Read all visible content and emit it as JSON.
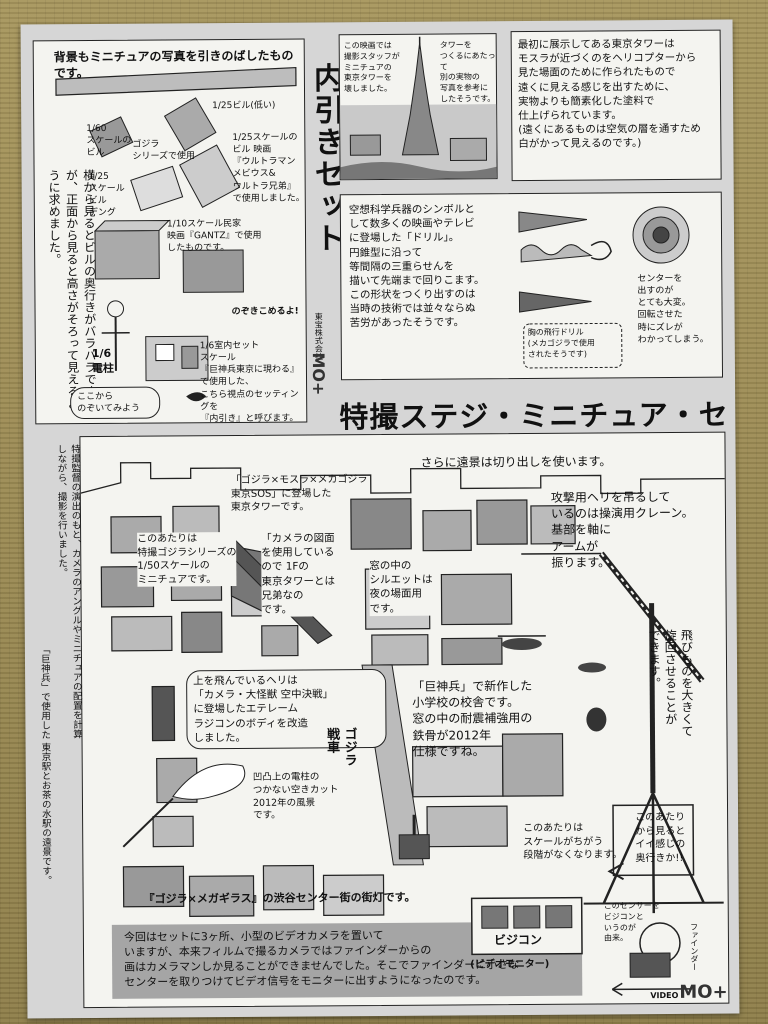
{
  "titles": {
    "uchibiki": "内引きセット",
    "stage": "特撮ステジ・ミニチュア・セット"
  },
  "top_left": {
    "header": "背景もミニチュアの写真を引きのばしたものです。",
    "notes": {
      "bldg_125": "1/25ビル(低い)",
      "scale_160": "1/60\nスケールの\nビル",
      "godzilla": "ゴジラ\nシリーズで使用",
      "scale_125_movie": "1/25スケールの\nビル 映画\n『ウルトラマン\nメビウス&\nウルトラ兄弟』\nで使用しました。",
      "scale_125_bldg": "1/25\nスケール\nビル\nデング",
      "private_house": "1/10スケール民家\n映画『GANTZ』で使用\nしたものです。",
      "peek": "のぞきこめるよ!",
      "room_set": "1/6室内セット\nスケール\n『巨神兵東京に現わる』\nで使用した、\nこちら視点のセッティングを\n『内引き』と呼びます。",
      "pole": "1/6\n電柱",
      "look_here": "ここから\nのぞいてみよう"
    },
    "vertical_note": "横から見るとビルの奥行きがバラバラですが、正面から見ると高さがそろって見えるように求めました。",
    "side_credit": "東宝株式会社"
  },
  "top_right": {
    "tower_note": "この映画では\n撮影スタッフが\nミニチュアの\n東京タワーを\n壊しました。",
    "tower_note_2": "タワーを\nつくるにあたって\n別の実物の\n写真を参考に\nしたそうです。",
    "tokyo_tower_note": "最初に展示してある東京タワーは\nモスラが近づくのをヘリコプターから\n見た場面のために作られたもので\n遠くに見える感じを出すために、\n実物よりも簡素化した塗料で\n仕上げられています。\n(遠くにあるものは空気の層を通すため\n白がかって見えるのです。)",
    "drill_note": "空想科学兵器のシンボルと\nして数多くの映画やテレビ\nに登場した「ドリル」。\n円錐型に沿って\n等間隔の三重らせんを\n描いて先端まで回りこます。\nこの形状をつくり出すのは\n当時の技術では並々ならぬ\n苦労があったそうです。",
    "drill_small": "胸の飛行ドリル\n(メカゴジラで使用\nされたそうです)",
    "center_note": "センターを\n出すのが\nとても大変。\n回転させた\n時にズレが\nわかってしまう。"
  },
  "stage": {
    "right_vertical": "特撮監督の演出のもと、カメラのアングルやミニチュアの配置を計算しながら、撮影を行いました。",
    "intro_note": "さらに遠景は切り出しを使います。",
    "godzilla_tower": "「ゴジラ×モスラ×メカゴジラ\n東京SOS」に登場した\n東京タワーです。",
    "godzilla_1_50": "このあたりは\n特撮ゴジラシリーズの\n1/50スケールの\nミニチュアです。",
    "plans": "「カメラの図面\nを使用している\nので 1Fの\n東京タワーとは\n兄弟なの\nです。",
    "silhouette": "窓の中の\nシルエットは\n夜の場面用\nです。",
    "crane": "攻撃用ヘリを吊るして\nいるのは操演用クレーン。\n基部を軸に\nアームが\n振ります。",
    "flight": "飛びものを大きくて\n旋回させることが\nできます。",
    "heli_note": "上を飛んでいるヘリは\n「カメラ・大怪獣 空中決戦」\nに登場したエテレーム\nラジコンのボディを改造\nしました。",
    "school": "「巨神兵」で新作した\n小学校の校舎です。\n窓の中の耐震補強用の\n鉄骨が2012年\n仕様ですね。",
    "left_vertical": "「巨神兵」で使用した\n東京駅とお茶の水駅の遠景です。",
    "tank": "ゴジラ\n戦車",
    "hill": "凹凸上の電柱の\nつかない空きカット\n2012年の風景\nです。",
    "shibuya": "『ゴジラ×メガギラス』の渋谷センター街の街灯です。",
    "scale_note": "このあたりは\nスケールがちがう\n段階がなくなります。",
    "view_note": "このあたり\nから見ると\nイイ感じの\n奥行きか!!",
    "bottom_note": "今回はセットに3ヶ所、小型のビデオカメラを置いて\nいますが、本来フィルムで撮るカメラではファインダーからの\n画はカメラマンしか見ることができませんでした。そこでファインダーに小さな\nセンターを取りつけてビデオ信号をモニターに出すようになったのです。",
    "bijicon": "ビジコン",
    "video_monitor": "(ビデオモニター)",
    "sensor_note": "このセンサーを\nビジコンと\nいうのが\n由来。",
    "video_label": "VIDEO",
    "finder_label": "ファインダー"
  },
  "logos": {
    "mot": "MO+"
  },
  "colors": {
    "paper": "#f4f4f0",
    "sheet_gray": "#d6d6d6",
    "ink": "#111111",
    "tatami": "#9a8a55"
  }
}
